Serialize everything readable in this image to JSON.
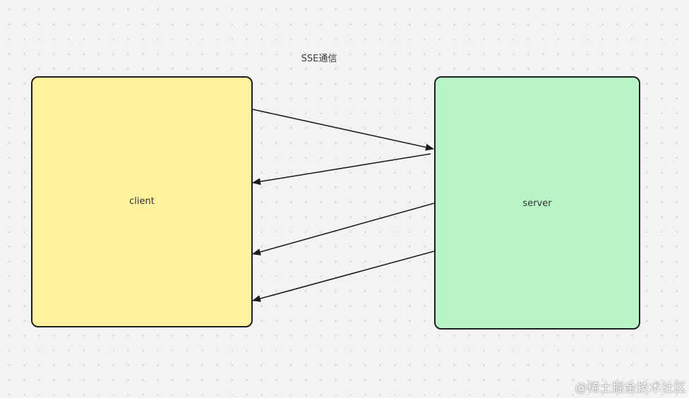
{
  "diagram": {
    "title": "SSE通信",
    "client": {
      "label": "client",
      "fill": "#fff29e"
    },
    "server": {
      "label": "server",
      "fill": "#b8f5c6"
    },
    "stroke_color": "#1e1e1e",
    "arrows": [
      {
        "from": "client",
        "to": "server"
      },
      {
        "from": "server",
        "to": "client"
      },
      {
        "from": "server",
        "to": "client"
      },
      {
        "from": "server",
        "to": "client"
      }
    ]
  },
  "watermark": "@稀土掘金技术社区"
}
